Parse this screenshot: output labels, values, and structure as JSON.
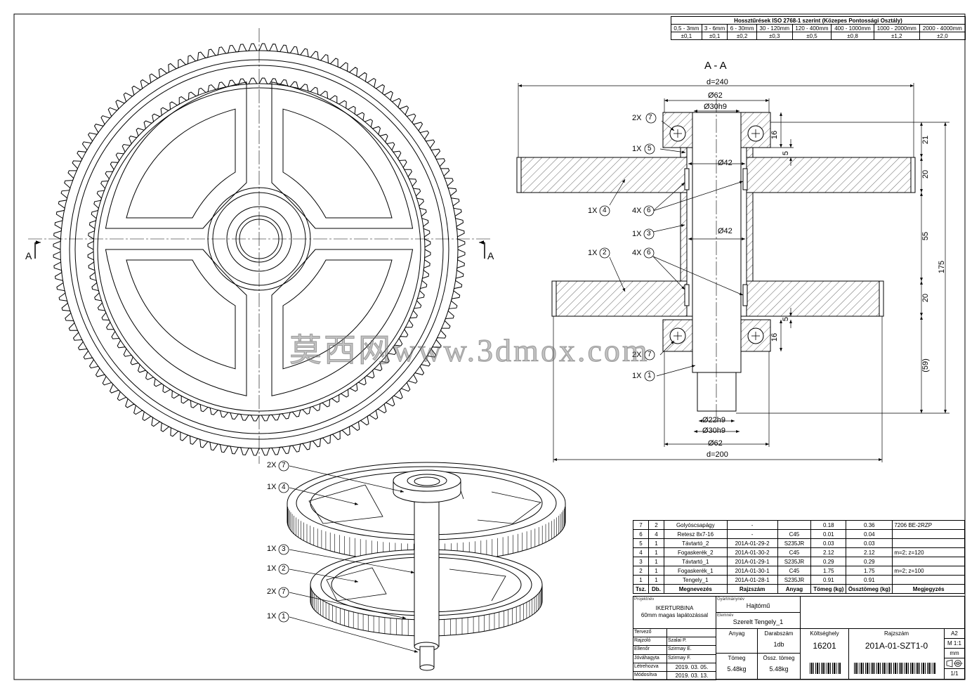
{
  "tolerance": {
    "title": "Hossztűrések ISO 2768-1 szerint (Közepes Pontossági Osztály)",
    "ranges": [
      "0,5 - 3mm",
      "3 - 6mm",
      "6 - 30mm",
      "30 - 120mm",
      "120 - 400mm",
      "400 - 1000mm",
      "1000 - 2000mm",
      "2000 - 4000mm"
    ],
    "values": [
      "±0,1",
      "±0,1",
      "±0,2",
      "±0,3",
      "±0,5",
      "±0,8",
      "±1,2",
      "±2,0"
    ]
  },
  "section": {
    "title": "A - A",
    "dims": {
      "d240": "d=240",
      "d200": "d=200",
      "phi62_top": "Ø62",
      "phi30_top": "Ø30h9",
      "phi42_a": "Ø42",
      "phi42_b": "Ø42",
      "phi22": "Ø22h9",
      "phi30_bot": "Ø30h9",
      "phi62_bot": "Ø62",
      "v16a": "16",
      "v5a": "5",
      "v21": "21",
      "v20a": "20",
      "v55": "55",
      "v175": "175",
      "v20b": "20",
      "v5b": "5",
      "v16b": "16",
      "v59": "(59)"
    },
    "callouts": [
      {
        "qty": "2X",
        "num": "7"
      },
      {
        "qty": "1X",
        "num": "5"
      },
      {
        "qty": "1X",
        "num": "4"
      },
      {
        "qty": "4X",
        "num": "6"
      },
      {
        "qty": "1X",
        "num": "3"
      },
      {
        "qty": "1X",
        "num": "2"
      },
      {
        "qty": "4X",
        "num": "6"
      },
      {
        "qty": "2X",
        "num": "7"
      },
      {
        "qty": "1X",
        "num": "1"
      }
    ]
  },
  "front_view": {
    "cut_left": "A",
    "cut_right": "A"
  },
  "iso_callouts": [
    {
      "qty": "2X",
      "num": "7"
    },
    {
      "qty": "1X",
      "num": "4"
    },
    {
      "qty": "1X",
      "num": "3"
    },
    {
      "qty": "1X",
      "num": "2"
    },
    {
      "qty": "2X",
      "num": "7"
    },
    {
      "qty": "1X",
      "num": "1"
    }
  ],
  "bom": {
    "rows": [
      [
        "7",
        "2",
        "Golyóscsapágy",
        "-",
        "",
        "0.18",
        "0.36",
        "7206 BE-2RZP"
      ],
      [
        "6",
        "4",
        "Retesz 8x7-16",
        "-",
        "C45",
        "0.01",
        "0.04",
        ""
      ],
      [
        "5",
        "1",
        "Távtartó_2",
        "201A-01-29-2",
        "S235JR",
        "0.03",
        "0.03",
        ""
      ],
      [
        "4",
        "1",
        "Fogaskerék_2",
        "201A-01-30-2",
        "C45",
        "2.12",
        "2.12",
        "m=2; z=120"
      ],
      [
        "3",
        "1",
        "Távtartó_1",
        "201A-01-29-1",
        "S235JR",
        "0.29",
        "0.29",
        ""
      ],
      [
        "2",
        "1",
        "Fogaskerék_1",
        "201A-01-30-1",
        "C45",
        "1.75",
        "1.75",
        "m=2; z=100"
      ],
      [
        "1",
        "1",
        "Tengely_1",
        "201A-01-28-1",
        "S235JR",
        "0.91",
        "0.91",
        ""
      ]
    ],
    "headers": [
      "Tsz.",
      "Db.",
      "Megnevezés",
      "Rajzszám",
      "Anyag",
      "Tömeg (kg)",
      "Össztömeg (kg)",
      "Megjegyzés"
    ]
  },
  "title_block": {
    "projekt_label": "Projektnév",
    "projekt_line1": "IKERTURBINA",
    "projekt_line2": "60mm magas lapátozással",
    "gyartmany_label": "Gyártmánynév",
    "gyartmany": "Hajtómű",
    "elem_label": "Elemnév",
    "elem": "Szerelt Tengely_1",
    "roles": [
      {
        "role": "Tervező",
        "name": ""
      },
      {
        "role": "Rajzoló",
        "name": "Szalai P."
      },
      {
        "role": "Ellenőr",
        "name": "Szirmay E."
      },
      {
        "role": "Jóváhagyta",
        "name": "Szirmay F."
      },
      {
        "role": "Létrehozva",
        "name": "2019. 03. 05."
      },
      {
        "role": "Módosítva",
        "name": "2019. 03. 13."
      }
    ],
    "anyag_label": "Anyag",
    "darab_label": "Darabszám",
    "darab": "1db",
    "koltseg_label": "Költséghely",
    "koltseg": "16201",
    "rajzszam_label": "Rajzszám",
    "rajzszam": "201A-01-SZT1-0",
    "tomeg_label": "Tömeg",
    "tomeg": "5.48kg",
    "ossz_label": "Össz. tömeg",
    "ossz": "5.48kg",
    "format": "A2",
    "scale": "M 1:1",
    "unit": "mm",
    "sheet": "1/1"
  },
  "watermark": "莫西网www.3dmox.com"
}
